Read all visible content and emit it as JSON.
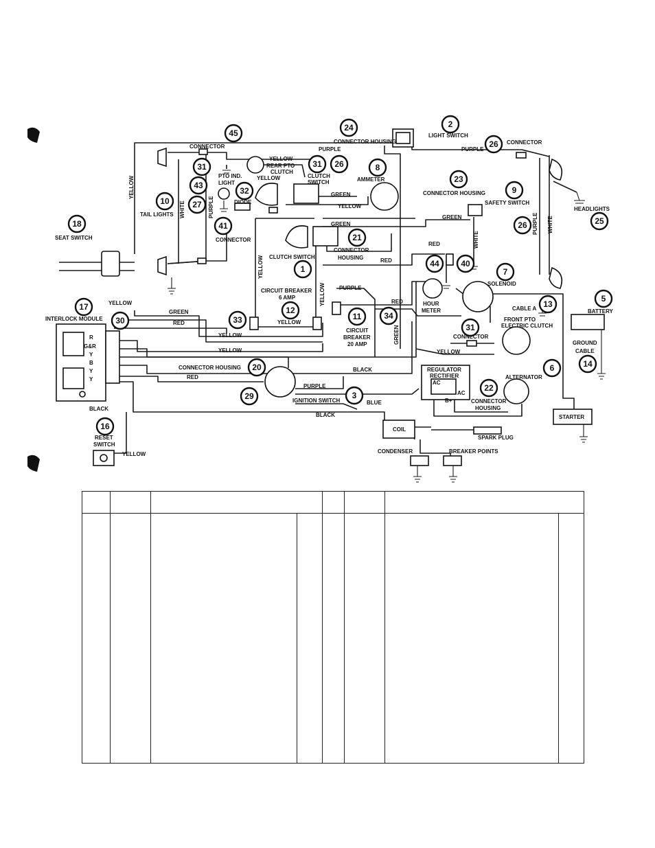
{
  "diagram": {
    "callouts": [
      {
        "n": "45"
      },
      {
        "n": "24"
      },
      {
        "n": "2"
      },
      {
        "n": "26"
      },
      {
        "n": "31"
      },
      {
        "n": "31"
      },
      {
        "n": "26"
      },
      {
        "n": "8"
      },
      {
        "n": "43"
      },
      {
        "n": "32"
      },
      {
        "n": "27"
      },
      {
        "n": "10"
      },
      {
        "n": "41"
      },
      {
        "n": "23"
      },
      {
        "n": "9"
      },
      {
        "n": "26"
      },
      {
        "n": "25"
      },
      {
        "n": "18"
      },
      {
        "n": "21"
      },
      {
        "n": "1"
      },
      {
        "n": "44"
      },
      {
        "n": "40"
      },
      {
        "n": "7"
      },
      {
        "n": "13"
      },
      {
        "n": "5"
      },
      {
        "n": "17"
      },
      {
        "n": "30"
      },
      {
        "n": "33"
      },
      {
        "n": "12"
      },
      {
        "n": "11"
      },
      {
        "n": "34"
      },
      {
        "n": "31"
      },
      {
        "n": "14"
      },
      {
        "n": "6"
      },
      {
        "n": "20"
      },
      {
        "n": "29"
      },
      {
        "n": "3"
      },
      {
        "n": "22"
      },
      {
        "n": "16"
      }
    ],
    "labels": {
      "connector_housing_top": "CONNECTOR HOUSING",
      "light_switch": "LIGHT SWITCH",
      "connector_top": "CONNECTOR",
      "connector_right": "CONNECTOR",
      "rear_pto_clutch": "REAR PTO",
      "rear_pto_clutch2": "CLUTCH",
      "clutch_switch_top": "CLUTCH",
      "clutch_switch_top2": "SWITCH",
      "ammeter": "AMMETER",
      "pto_ind_light": "PTO IND.",
      "pto_ind_light2": "LIGHT",
      "diode": "DIODE",
      "tail_lights": "TAIL LIGHTS",
      "connector_mid": "CONNECTOR",
      "connector_housing_23": "CONNECTOR HOUSING",
      "safety_switch": "SAFETY SWITCH",
      "headlights": "HEADLIGHTS",
      "seat_switch": "SEAT SWITCH",
      "clutch_switch": "CLUTCH SWITCH",
      "connector_housing_21": "CONNECTOR",
      "connector_housing_21b": "HOUSING",
      "solenoid": "SOLENOID",
      "hour_meter": "HOUR",
      "hour_meter2": "METER",
      "cable_a": "CABLE A",
      "battery": "BATTERY",
      "circuit_breaker_6": "CIRCUIT BREAKER",
      "circuit_breaker_6b": "6 AMP",
      "front_pto": "FRONT PTO",
      "front_pto2": "ELECTRIC CLUTCH",
      "interlock_module": "INTERLOCK MODULE",
      "circuit_breaker_20": "CIRCUIT",
      "circuit_breaker_20b": "BREAKER",
      "circuit_breaker_20c": "20 AMP",
      "connector_31b": "CONNECTOR",
      "ground_cable": "GROUND",
      "ground_cable2": "CABLE",
      "cable": "CABLE",
      "regulator": "REGULATOR",
      "rectifier": "RECTIFIER",
      "alternator": "ALTERNATOR",
      "connector_housing_20": "CONNECTOR HOUSING",
      "connector_housing_22": "CONNECTOR",
      "connector_housing_22b": "HOUSING",
      "ignition_switch": "IGNITION SWITCH",
      "starter": "STARTER",
      "coil": "COIL",
      "spark_plug": "SPARK PLUG",
      "reset_switch": "RESET",
      "reset_switch2": "SWITCH",
      "condenser": "CONDENSER",
      "breaker_points": "BREAKER POINTS",
      "ac1": "AC",
      "ac2": "AC",
      "bplus": "B+",
      "r_term": "R",
      "gr_term": "G&R",
      "y_term1": "Y",
      "b_term": "B",
      "y_term2": "Y",
      "y_term3": "Y"
    },
    "wire_labels": {
      "yellow_top": "YELLOW",
      "purple_top": "PURPLE",
      "purple_right": "PURPLE",
      "yellow_left_vert": "YELLOW",
      "white_left": "WHITE",
      "purple_left": "PURPLE",
      "yellow_pto": "YELLOW",
      "green_amm": "GREEN",
      "yellow_amm": "YELLOW",
      "green_clutch": "GREEN",
      "green_safety": "GREEN",
      "white_safety": "WHITE",
      "purple_head": "PURPLE",
      "white_head": "WHITE",
      "red_mid": "RED",
      "red_mid2": "RED",
      "yellow_vert": "YELLOW",
      "yellow_vert2": "YELLOW",
      "purple_cb": "PURPLE",
      "red_cb": "RED",
      "yellow_module": "YELLOW",
      "green_module": "GREEN",
      "red_module": "RED",
      "yellow_cb6": "YELLOW",
      "yellow_low": "YELLOW",
      "yellow_low2": "YELLOW",
      "green_vert": "GREEN",
      "yellow_pto_front": "YELLOW",
      "black_mid": "BLACK",
      "red_low": "RED",
      "purple_low": "PURPLE",
      "blue_low": "BLUE",
      "black_left": "BLACK",
      "black_low": "BLACK",
      "yellow_reset": "YELLOW"
    }
  }
}
